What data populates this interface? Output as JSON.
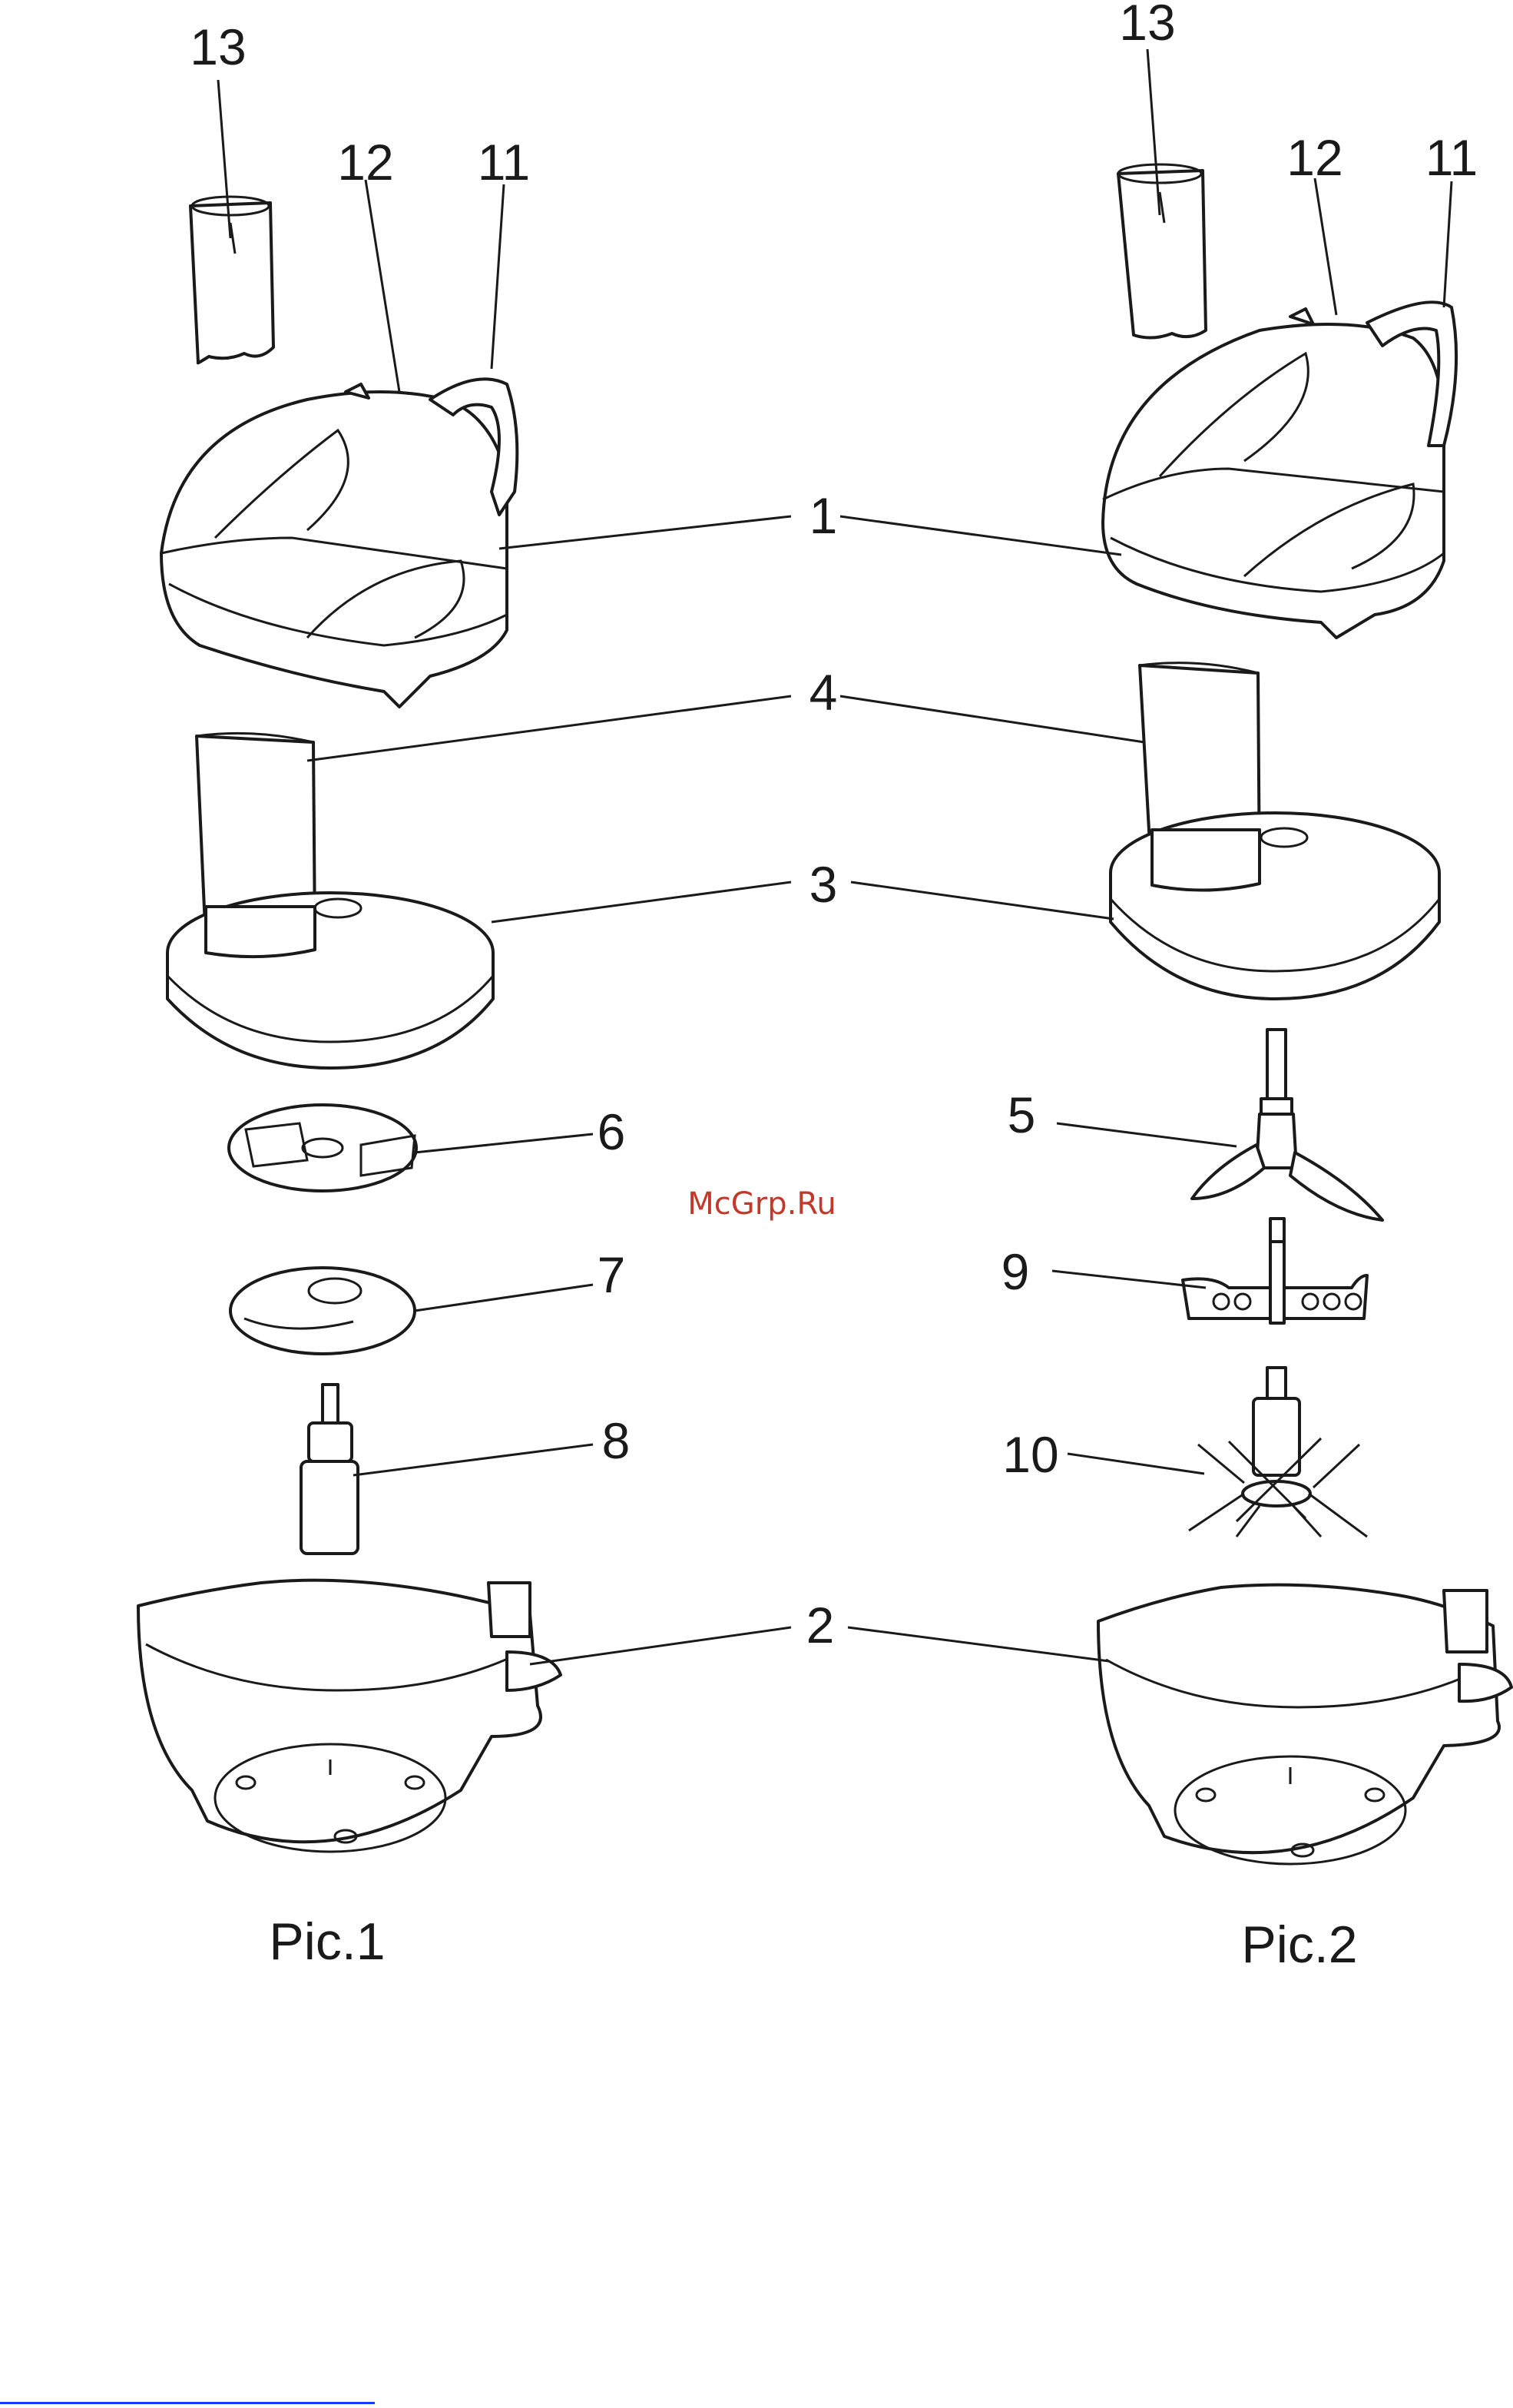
{
  "figures": [
    {
      "caption": "Pic.1"
    },
    {
      "caption": "Pic.2"
    }
  ],
  "labels": {
    "p1": [
      "13",
      "12",
      "11",
      "1",
      "4",
      "3",
      "6",
      "7",
      "8",
      "2"
    ],
    "p2": [
      "13",
      "12",
      "11",
      "1",
      "4",
      "3",
      "5",
      "9",
      "10",
      "2"
    ]
  },
  "watermark": "McGrp.Ru",
  "colors": {
    "line": "#1a1a1a",
    "watermark": "#c0392b",
    "footer_rule": "#1a3cff"
  }
}
